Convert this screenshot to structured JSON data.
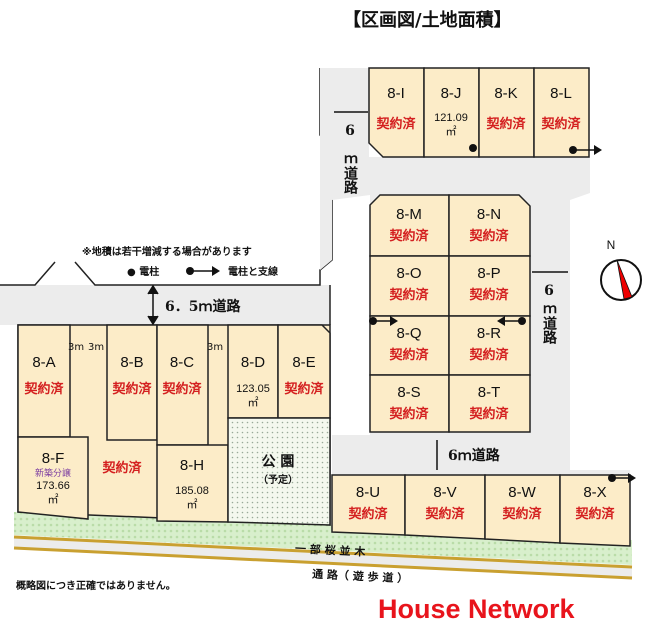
{
  "title": "【区画図/土地面積】",
  "notes": {
    "area_note": "※地積は若干増減する場合があります",
    "pole": "● 電柱",
    "pole_guy": "電柱と支線",
    "disclaimer": "概略図につき正確ではありません。"
  },
  "roads": {
    "road_65": "6．5ｍ道路",
    "road_6_top_num": "6",
    "road_6_top_text": "ｍ道路",
    "road_6_right_num": "6",
    "road_6_right_text": "ｍ道路",
    "road_6_bottom": "6ｍ道路",
    "path_3m_1": "3m",
    "path_3m_2": "3m",
    "path_3m_3": "3m",
    "sakura": "一 部 桜 並 木",
    "walkway": "通 路（ 遊 歩 道 ）"
  },
  "park": {
    "name": "公 園",
    "status": "（予定）"
  },
  "compass": "N",
  "sold_label": "契約済",
  "lots": {
    "A": {
      "id": "8-A",
      "status": "契約済"
    },
    "B": {
      "id": "8-B",
      "status": "契約済"
    },
    "C": {
      "id": "8-C",
      "status": "契約済"
    },
    "D": {
      "id": "8-D",
      "area": "123.05",
      "unit": "㎡"
    },
    "E": {
      "id": "8-E",
      "status": "契約済"
    },
    "F": {
      "id": "8-F",
      "tag": "新築分譲",
      "area": "173.66",
      "unit": "㎡"
    },
    "G": {
      "status": "契約済"
    },
    "H": {
      "id": "8-H",
      "area": "185.08",
      "unit": "㎡"
    },
    "I": {
      "id": "8-I",
      "status": "契約済"
    },
    "J": {
      "id": "8-J",
      "area": "121.09",
      "unit": "㎡"
    },
    "K": {
      "id": "8-K",
      "status": "契約済"
    },
    "L": {
      "id": "8-L",
      "status": "契約済"
    },
    "M": {
      "id": "8-M",
      "status": "契約済"
    },
    "N": {
      "id": "8-N",
      "status": "契約済"
    },
    "O": {
      "id": "8-O",
      "status": "契約済"
    },
    "P": {
      "id": "8-P",
      "status": "契約済"
    },
    "Q": {
      "id": "8-Q",
      "status": "契約済"
    },
    "R": {
      "id": "8-R",
      "status": "契約済"
    },
    "S": {
      "id": "8-S",
      "status": "契約済"
    },
    "T": {
      "id": "8-T",
      "status": "契約済"
    },
    "U": {
      "id": "8-U",
      "status": "契約済"
    },
    "V": {
      "id": "8-V",
      "status": "契約済"
    },
    "W": {
      "id": "8-W",
      "status": "契約済"
    },
    "X": {
      "id": "8-X",
      "status": "契約済"
    }
  },
  "brand": "House Network",
  "colors": {
    "lot": "#fcecc8",
    "sold": "#d42020",
    "road": "#ececec",
    "green": "#cfe8c0",
    "brand": "#e8141c"
  }
}
